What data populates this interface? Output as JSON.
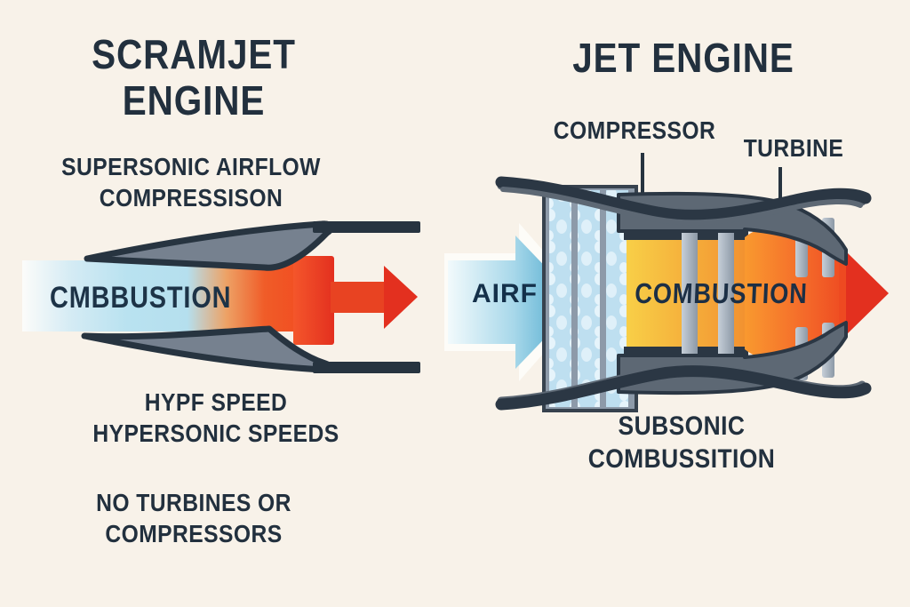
{
  "left": {
    "title_line1": "SCRAMJET",
    "title_line2": "ENGINE",
    "subtitle_line1": "SUPERSONIC AIRFLOW",
    "subtitle_line2": "COMPRESSISON",
    "flow_label": "CMBBUSTION",
    "note_speed_line1": "HYPF SPEED",
    "note_speed_line2": "HYPERSONIC SPEEDS",
    "note_parts_line1": "NO TURBINES OR",
    "note_parts_line2": "COMPRESSORS"
  },
  "right": {
    "title": "JET ENGINE",
    "compressor_label": "COMPRESSOR",
    "turbine_label": "TURBINE",
    "intake_label": "AIRF",
    "combustion_label": "COMBUSTION",
    "note_line1": "SUBSONIC",
    "note_line2": "COMBUSSITION"
  },
  "colors": {
    "background": "#f8f2e9",
    "text_dark_navy": "#22303e",
    "outline_navy": "#2b3744",
    "body_slate": "#5d6874",
    "wedge_gray": "#76818f",
    "airflow_blue": "#b9e2f0",
    "arrow_blue_tip": "#3a9fc7",
    "combustion_yellow": "#f8cf47",
    "combustion_orange": "#f29130",
    "flame_orange": "#f4692a",
    "exhaust_red": "#e63322",
    "turbine_bar_gray": "#9aa6b2",
    "compressor_strip_blue": "#bedff0",
    "compressor_pattern": "#e6f4fb"
  }
}
